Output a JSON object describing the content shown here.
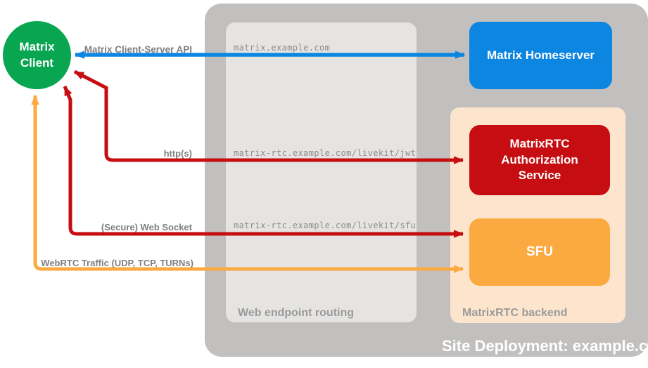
{
  "diagram": {
    "title": "Site Deployment: example.com",
    "client": {
      "label": "Matrix Client"
    },
    "zones": {
      "routing": {
        "label": "Web endpoint routing"
      },
      "backend": {
        "label": "MatrixRTC backend"
      }
    },
    "nodes": {
      "homeserver": "Matrix Homeserver",
      "auth": "MatrixRTC Authorization Service",
      "sfu": "SFU"
    },
    "connections": [
      {
        "id": "client-server-api",
        "label": "Matrix Client-Server API",
        "endpoint": "matrix.example.com",
        "color": "#0d86e2"
      },
      {
        "id": "https-jwt",
        "label": "http(s)",
        "endpoint": "matrix-rtc.example.com/livekit/jwt",
        "color": "#c60d11"
      },
      {
        "id": "websocket-sfu",
        "label": "(Secure) Web Socket",
        "endpoint": "matrix-rtc.example.com/livekit/sfu",
        "color": "#c60d11"
      },
      {
        "id": "webrtc-traffic",
        "label": "WebRTC Traffic (UDP, TCP, TURNs)",
        "endpoint": "",
        "color": "#fbaa41"
      }
    ],
    "colors": {
      "client_green": "#09a651",
      "homeserver_blue": "#0d86e2",
      "auth_red": "#c60d11",
      "sfu_orange": "#fbaa41",
      "backend_peach": "#fde5cd",
      "routing_gray": "#e5e4e2",
      "site_gray": "#c1c0be",
      "label_gray": "#7f7f7f"
    }
  }
}
